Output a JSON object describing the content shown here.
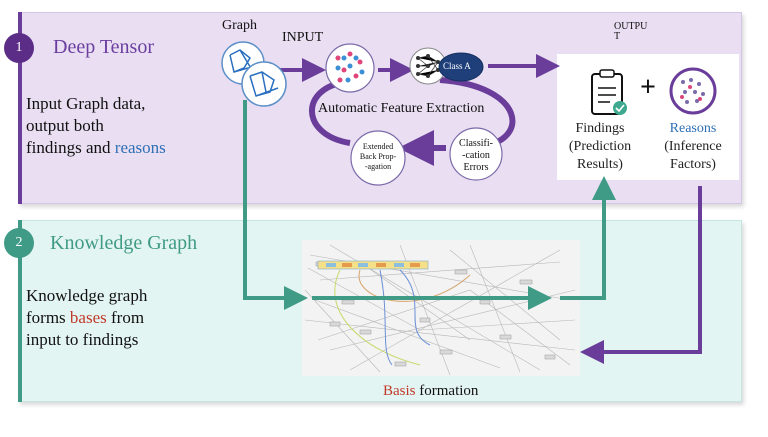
{
  "panel1": {
    "number": "1",
    "title": "Deep Tensor",
    "desc_line1": "Input Graph data,",
    "desc_line2": "output both",
    "desc_line3_a": "findings and",
    "desc_line3_b": "reasons"
  },
  "panel2": {
    "number": "2",
    "title": "Knowledge Graph",
    "desc_line1": "Knowledge graph",
    "desc_line2_a": "forms",
    "desc_line2_b": "bases",
    "desc_line2_c": "from",
    "desc_line3": "input to findings"
  },
  "diagram": {
    "graph_label": "Graph",
    "input_label": "INPUT",
    "output_label_line1": "OUTPU",
    "output_label_line2": "T",
    "class_a": "Class A",
    "afe_label": "Automatic Feature Extraction",
    "backprop_line1": "Extended",
    "backprop_line2": "Back Prop-",
    "backprop_line3": "-agation",
    "classif_line1": "Classifi-",
    "classif_line2": "-cation",
    "classif_line3": "Errors",
    "plus": "+"
  },
  "output": {
    "findings_line1": "Findings",
    "findings_line2": "(Prediction",
    "findings_line3": "Results)",
    "reasons_line1": "Reasons",
    "reasons_line2": "(Inference",
    "reasons_line3": "Factors)"
  },
  "basis": {
    "word_a": "Basis",
    "word_b": "formation"
  },
  "colors": {
    "purple": "#6a3d9a",
    "teal": "#3f9a86",
    "blue_text": "#2f6fb5",
    "red_text": "#c0392b"
  }
}
